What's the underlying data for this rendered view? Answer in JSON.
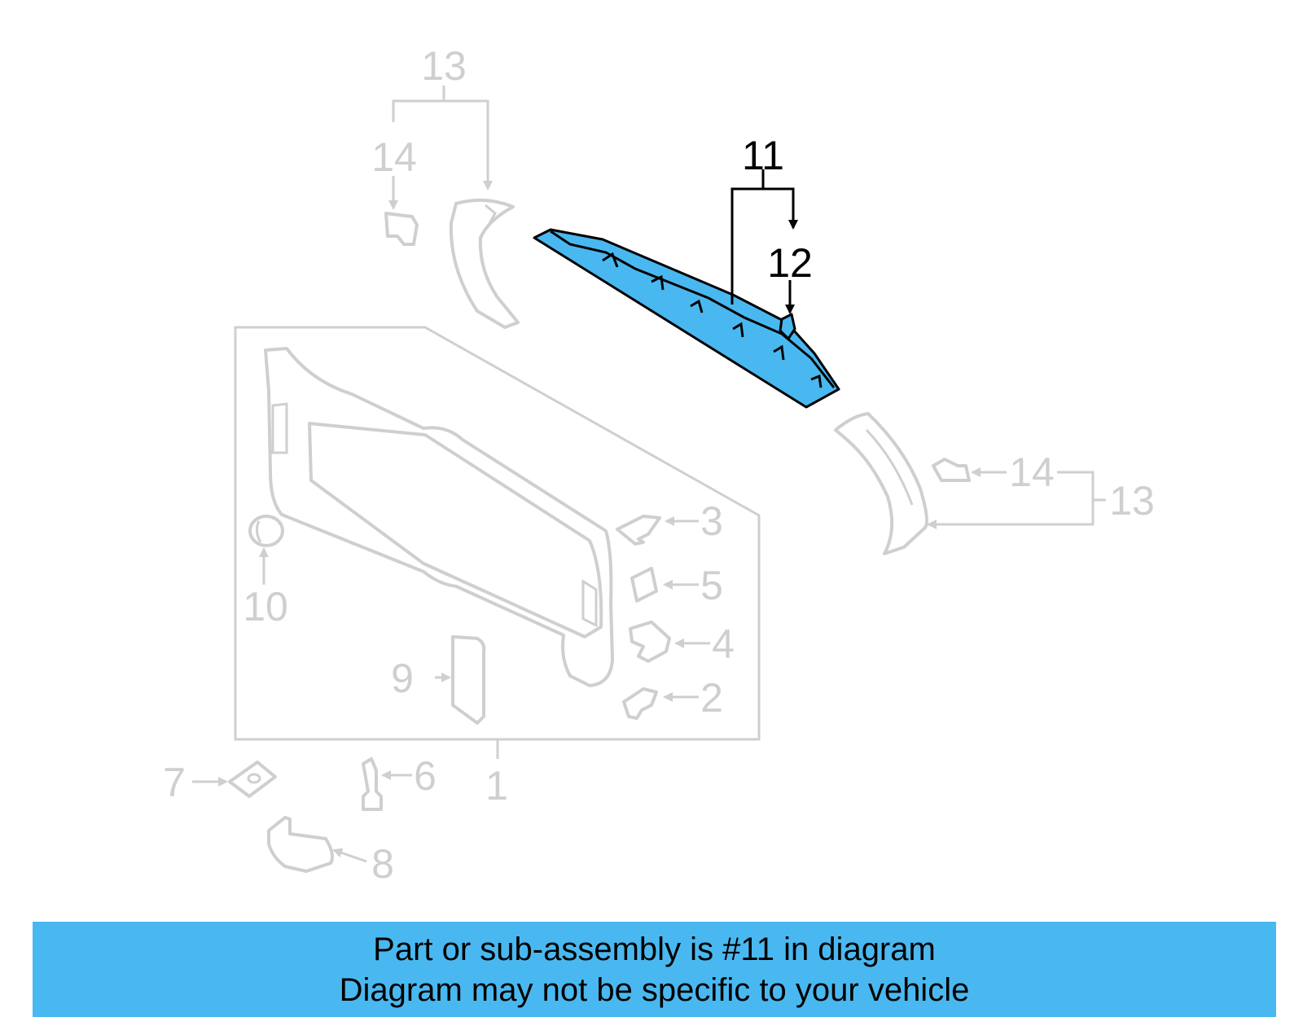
{
  "callouts": {
    "c1": "1",
    "c2": "2",
    "c3": "3",
    "c4": "4",
    "c5": "5",
    "c6": "6",
    "c7": "7",
    "c8": "8",
    "c9": "9",
    "c10": "10",
    "c11": "11",
    "c12": "12",
    "c13_top": "13",
    "c13_right": "13",
    "c14_top": "14",
    "c14_right": "14"
  },
  "highlight": {
    "part_number": "11",
    "color": "#4ab8f0"
  },
  "banner": {
    "line1": "Part or sub-assembly is #11 in diagram",
    "line2": "Diagram may not be specific to your vehicle",
    "background": "#4ab8f0"
  }
}
